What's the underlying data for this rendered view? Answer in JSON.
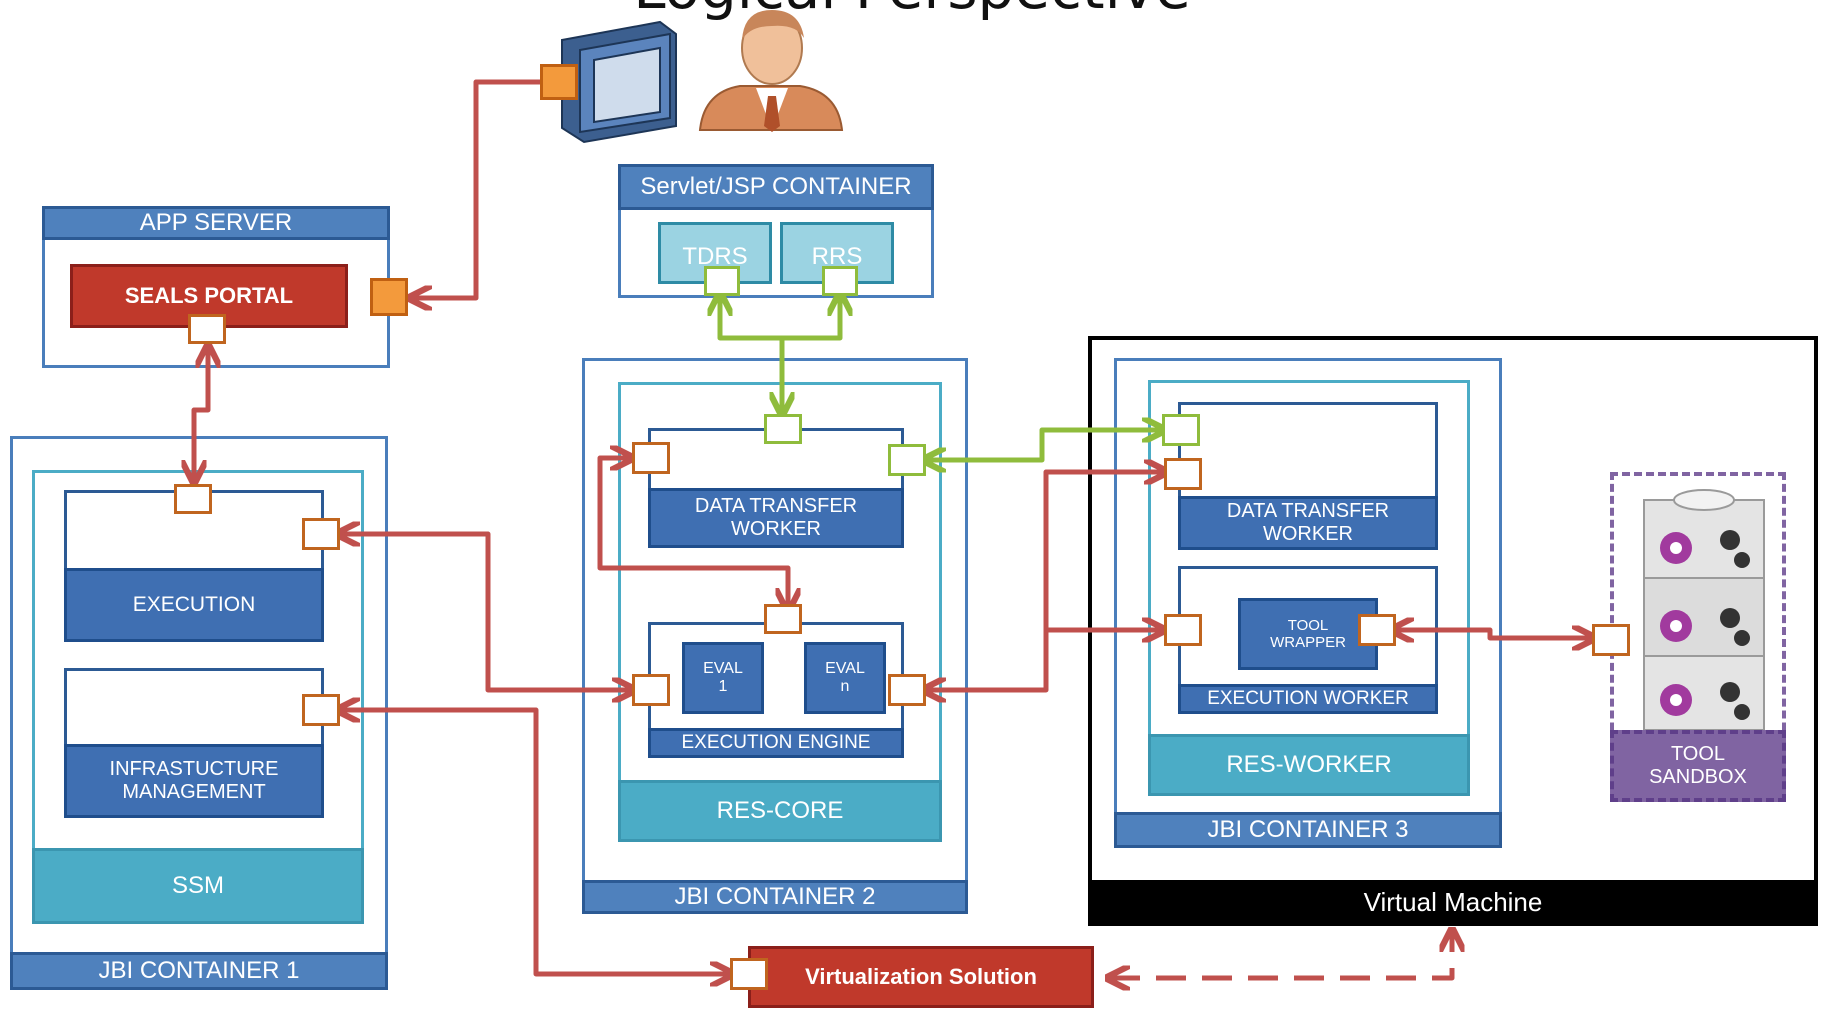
{
  "title": "Logical Perspective",
  "app_server": {
    "header": "APP SERVER",
    "portal": "SEALS PORTAL"
  },
  "servlet": {
    "header": "Servlet/JSP  CONTAINER",
    "tdrs": "TDRS",
    "rrs": "RRS"
  },
  "jbi1": {
    "label": "JBI CONTAINER 1",
    "execution": "EXECUTION",
    "infra": "INFRASTUCTURE MANAGEMENT",
    "ssm": "SSM"
  },
  "jbi2": {
    "label": "JBI CONTAINER 2",
    "dtw": "DATA TRANSFER WORKER",
    "eval1": "EVAL 1",
    "evaln": "EVAL n",
    "engine": "EXECUTION ENGINE",
    "core": "RES-CORE"
  },
  "jbi3": {
    "label": "JBI CONTAINER 3",
    "dtw": "DATA TRANSFER WORKER",
    "tool_wrapper": "TOOL WRAPPER",
    "exec_worker": "EXECUTION WORKER",
    "res_worker": "RES-WORKER"
  },
  "vm": {
    "label": "Virtual Machine"
  },
  "sandbox": {
    "label": "TOOL SANDBOX"
  },
  "virtualization": {
    "label": "Virtualization Solution"
  },
  "colors": {
    "blue": "#4f81bd",
    "dark_blue": "#2c5a94",
    "teal": "#4bacc6",
    "red_arrow": "#c0504d",
    "green_arrow": "#8fbc3c",
    "orange_port": "#f39a3c",
    "portal_red": "#c0392b",
    "sandbox_purple": "#8064a2"
  },
  "icons": [
    "monitor-icon",
    "user-icon",
    "tool-blocks-icon"
  ]
}
